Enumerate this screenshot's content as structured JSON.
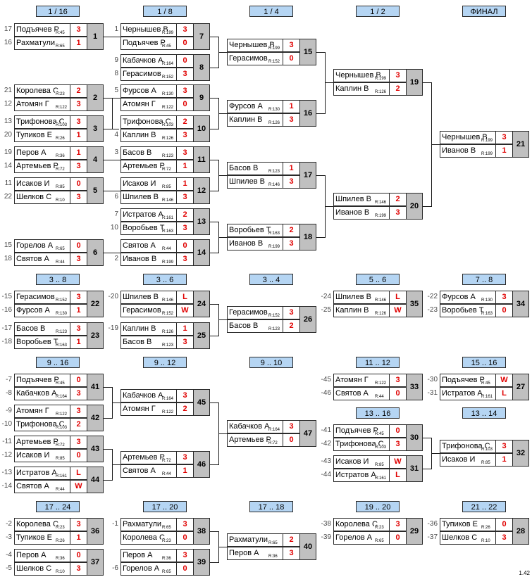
{
  "version": "1.42",
  "headers": [
    "1 / 16",
    "1 / 8",
    "1 / 4",
    "1 / 2",
    "ФИНАЛ",
    "3 .. 8",
    "3 .. 6",
    "3 .. 4",
    "5 .. 6",
    "7 .. 8",
    "9 .. 16",
    "9 .. 12",
    "9 .. 10",
    "11 .. 12",
    "15 .. 16",
    "13 .. 16",
    "13 .. 14",
    "17 .. 24",
    "17 .. 20",
    "17 .. 18",
    "19 .. 20",
    "21 .. 22"
  ],
  "matches": [
    {
      "num": "1",
      "p": [
        {
          "name": "Подъячев Р",
          "rating": "R:45",
          "score": "3",
          "seed": "17"
        },
        {
          "name": "Рахматули",
          "rating": "R:65",
          "score": "1",
          "seed": "16"
        }
      ]
    },
    {
      "num": "2",
      "p": [
        {
          "name": "Королева С",
          "rating": "R:23",
          "score": "2",
          "seed": "21"
        },
        {
          "name": "Атомян Г",
          "rating": "R:122",
          "score": "3",
          "seed": "12"
        }
      ]
    },
    {
      "num": "3",
      "p": [
        {
          "name": "Трифонова С",
          "rating": "R:103",
          "score": "3",
          "seed": "13"
        },
        {
          "name": "Тупиков Е",
          "rating": "R:26",
          "score": "1",
          "seed": "20"
        }
      ]
    },
    {
      "num": "4",
      "p": [
        {
          "name": "Перов А",
          "rating": "R:36",
          "score": "1",
          "seed": "19"
        },
        {
          "name": "Артемьев Р",
          "rating": "R:72",
          "score": "3",
          "seed": "14"
        }
      ]
    },
    {
      "num": "5",
      "p": [
        {
          "name": "Исаков И",
          "rating": "R:85",
          "score": "0",
          "seed": "11"
        },
        {
          "name": "Шелков С",
          "rating": "R:10",
          "score": "3",
          "seed": "22"
        }
      ]
    },
    {
      "num": "6",
      "p": [
        {
          "name": "Горелов А",
          "rating": "R:65",
          "score": "0",
          "seed": "15"
        },
        {
          "name": "Святов А",
          "rating": "R:44",
          "score": "3",
          "seed": "18"
        }
      ]
    },
    {
      "num": "7",
      "p": [
        {
          "name": "Чернышев В",
          "rating": "R:199",
          "score": "3",
          "seed": "1"
        },
        {
          "name": "Подъячев Р",
          "rating": "R:45",
          "score": "0",
          "seed": ""
        }
      ]
    },
    {
      "num": "8",
      "p": [
        {
          "name": "Кабачков А",
          "rating": "R:164",
          "score": "0",
          "seed": "9"
        },
        {
          "name": "Герасимов",
          "rating": "R:152",
          "score": "3",
          "seed": "8"
        }
      ]
    },
    {
      "num": "9",
      "p": [
        {
          "name": "Фурсов А",
          "rating": "R:130",
          "score": "3",
          "seed": "5"
        },
        {
          "name": "Атомян Г",
          "rating": "R:122",
          "score": "0",
          "seed": ""
        }
      ]
    },
    {
      "num": "10",
      "p": [
        {
          "name": "Трифонова С",
          "rating": "R:103",
          "score": "2",
          "seed": ""
        },
        {
          "name": "Каплин В",
          "rating": "R:126",
          "score": "3",
          "seed": "4"
        }
      ]
    },
    {
      "num": "11",
      "p": [
        {
          "name": "Басов В",
          "rating": "R:123",
          "score": "3",
          "seed": "3"
        },
        {
          "name": "Артемьев Р",
          "rating": "R:72",
          "score": "1",
          "seed": ""
        }
      ]
    },
    {
      "num": "12",
      "p": [
        {
          "name": "Исаков И",
          "rating": "R:85",
          "score": "1",
          "seed": ""
        },
        {
          "name": "Шпилев В",
          "rating": "R:146",
          "score": "3",
          "seed": "6"
        }
      ]
    },
    {
      "num": "13",
      "p": [
        {
          "name": "Истратов А",
          "rating": "R:161",
          "score": "2",
          "seed": "7"
        },
        {
          "name": "Воробьев Т",
          "rating": "R:163",
          "score": "3",
          "seed": "10"
        }
      ]
    },
    {
      "num": "14",
      "p": [
        {
          "name": "Святов А",
          "rating": "R:44",
          "score": "0",
          "seed": ""
        },
        {
          "name": "Иванов В",
          "rating": "R:199",
          "score": "3",
          "seed": "2"
        }
      ]
    },
    {
      "num": "15",
      "p": [
        {
          "name": "Чернышев В",
          "rating": "R:199",
          "score": "3",
          "seed": ""
        },
        {
          "name": "Герасимов",
          "rating": "R:152",
          "score": "0",
          "seed": ""
        }
      ]
    },
    {
      "num": "16",
      "p": [
        {
          "name": "Фурсов А",
          "rating": "R:130",
          "score": "1",
          "seed": ""
        },
        {
          "name": "Каплин В",
          "rating": "R:126",
          "score": "3",
          "seed": ""
        }
      ]
    },
    {
      "num": "17",
      "p": [
        {
          "name": "Басов В",
          "rating": "R:123",
          "score": "1",
          "seed": ""
        },
        {
          "name": "Шпилев В",
          "rating": "R:146",
          "score": "3",
          "seed": ""
        }
      ]
    },
    {
      "num": "18",
      "p": [
        {
          "name": "Воробьев Т",
          "rating": "R:163",
          "score": "2",
          "seed": ""
        },
        {
          "name": "Иванов В",
          "rating": "R:199",
          "score": "3",
          "seed": ""
        }
      ]
    },
    {
      "num": "19",
      "p": [
        {
          "name": "Чернышев В",
          "rating": "R:199",
          "score": "3",
          "seed": ""
        },
        {
          "name": "Каплин В",
          "rating": "R:126",
          "score": "2",
          "seed": ""
        }
      ]
    },
    {
      "num": "20",
      "p": [
        {
          "name": "Шпилев В",
          "rating": "R:146",
          "score": "2",
          "seed": ""
        },
        {
          "name": "Иванов В",
          "rating": "R:199",
          "score": "3",
          "seed": ""
        }
      ]
    },
    {
      "num": "21",
      "p": [
        {
          "name": "Чернышев В",
          "rating": "R:199",
          "score": "3",
          "seed": ""
        },
        {
          "name": "Иванов В",
          "rating": "R:199",
          "score": "1",
          "seed": ""
        }
      ]
    },
    {
      "num": "22",
      "p": [
        {
          "name": "Герасимов",
          "rating": "R:152",
          "score": "3",
          "seed": "-15"
        },
        {
          "name": "Фурсов А",
          "rating": "R:130",
          "score": "1",
          "seed": "-16"
        }
      ]
    },
    {
      "num": "23",
      "p": [
        {
          "name": "Басов В",
          "rating": "R:123",
          "score": "3",
          "seed": "-17"
        },
        {
          "name": "Воробьев Т",
          "rating": "R:163",
          "score": "1",
          "seed": "-18"
        }
      ]
    },
    {
      "num": "24",
      "p": [
        {
          "name": "Шпилев В",
          "rating": "R:146",
          "score": "L",
          "seed": "-20"
        },
        {
          "name": "Герасимов",
          "rating": "R:152",
          "score": "W",
          "seed": ""
        }
      ]
    },
    {
      "num": "25",
      "p": [
        {
          "name": "Каплин В",
          "rating": "R:126",
          "score": "1",
          "seed": "-19"
        },
        {
          "name": "Басов В",
          "rating": "R:123",
          "score": "3",
          "seed": ""
        }
      ]
    },
    {
      "num": "26",
      "p": [
        {
          "name": "Герасимов",
          "rating": "R:152",
          "score": "3",
          "seed": ""
        },
        {
          "name": "Басов В",
          "rating": "R:123",
          "score": "2",
          "seed": ""
        }
      ]
    },
    {
      "num": "35",
      "p": [
        {
          "name": "Шпилев В",
          "rating": "R:146",
          "score": "L",
          "seed": "-24"
        },
        {
          "name": "Каплин В",
          "rating": "R:126",
          "score": "W",
          "seed": "-25"
        }
      ]
    },
    {
      "num": "34",
      "p": [
        {
          "name": "Фурсов А",
          "rating": "R:130",
          "score": "3",
          "seed": "-22"
        },
        {
          "name": "Воробьев Т",
          "rating": "R:163",
          "score": "0",
          "seed": "-23"
        }
      ]
    },
    {
      "num": "41",
      "p": [
        {
          "name": "Подъячев Р",
          "rating": "R:45",
          "score": "0",
          "seed": "-7"
        },
        {
          "name": "Кабачков А",
          "rating": "R:164",
          "score": "3",
          "seed": "-8"
        }
      ]
    },
    {
      "num": "42",
      "p": [
        {
          "name": "Атомян Г",
          "rating": "R:122",
          "score": "3",
          "seed": "-9"
        },
        {
          "name": "Трифонова С",
          "rating": "R:103",
          "score": "2",
          "seed": "-10"
        }
      ]
    },
    {
      "num": "43",
      "p": [
        {
          "name": "Артемьев Р",
          "rating": "R:72",
          "score": "3",
          "seed": "-11"
        },
        {
          "name": "Исаков И",
          "rating": "R:85",
          "score": "0",
          "seed": "-12"
        }
      ]
    },
    {
      "num": "44",
      "p": [
        {
          "name": "Истратов А",
          "rating": "R:161",
          "score": "L",
          "seed": "-13"
        },
        {
          "name": "Святов А",
          "rating": "R:44",
          "score": "W",
          "seed": "-14"
        }
      ]
    },
    {
      "num": "45",
      "p": [
        {
          "name": "Кабачков А",
          "rating": "R:164",
          "score": "3",
          "seed": ""
        },
        {
          "name": "Атомян Г",
          "rating": "R:122",
          "score": "2",
          "seed": ""
        }
      ]
    },
    {
      "num": "46",
      "p": [
        {
          "name": "Артемьев Р",
          "rating": "R:72",
          "score": "3",
          "seed": ""
        },
        {
          "name": "Святов А",
          "rating": "R:44",
          "score": "1",
          "seed": ""
        }
      ]
    },
    {
      "num": "47",
      "p": [
        {
          "name": "Кабачков А",
          "rating": "R:164",
          "score": "3",
          "seed": ""
        },
        {
          "name": "Артемьев Р",
          "rating": "R:72",
          "score": "0",
          "seed": ""
        }
      ]
    },
    {
      "num": "33",
      "p": [
        {
          "name": "Атомян Г",
          "rating": "R:122",
          "score": "3",
          "seed": "-45"
        },
        {
          "name": "Святов А",
          "rating": "R:44",
          "score": "0",
          "seed": "-46"
        }
      ]
    },
    {
      "num": "27",
      "p": [
        {
          "name": "Подъячев Р",
          "rating": "R:45",
          "score": "W",
          "seed": "-30"
        },
        {
          "name": "Истратов А",
          "rating": "R:161",
          "score": "L",
          "seed": "-31"
        }
      ]
    },
    {
      "num": "30",
      "p": [
        {
          "name": "Подъячев Р",
          "rating": "R:45",
          "score": "0",
          "seed": "-41"
        },
        {
          "name": "Трифонова С",
          "rating": "R:103",
          "score": "3",
          "seed": "-42"
        }
      ]
    },
    {
      "num": "31",
      "p": [
        {
          "name": "Исаков И",
          "rating": "R:85",
          "score": "W",
          "seed": "-43"
        },
        {
          "name": "Истратов А",
          "rating": "R:161",
          "score": "L",
          "seed": "-44"
        }
      ]
    },
    {
      "num": "32",
      "p": [
        {
          "name": "Трифонова С",
          "rating": "R:103",
          "score": "3",
          "seed": ""
        },
        {
          "name": "Исаков И",
          "rating": "R:85",
          "score": "1",
          "seed": ""
        }
      ]
    },
    {
      "num": "36",
      "p": [
        {
          "name": "Королева С",
          "rating": "R:23",
          "score": "3",
          "seed": "-2"
        },
        {
          "name": "Тупиков Е",
          "rating": "R:26",
          "score": "1",
          "seed": "-3"
        }
      ]
    },
    {
      "num": "37",
      "p": [
        {
          "name": "Перов А",
          "rating": "R:36",
          "score": "0",
          "seed": "-4"
        },
        {
          "name": "Шелков С",
          "rating": "R:10",
          "score": "3",
          "seed": "-5"
        }
      ]
    },
    {
      "num": "38",
      "p": [
        {
          "name": "Рахматули",
          "rating": "R:65",
          "score": "3",
          "seed": "-1"
        },
        {
          "name": "Королева С",
          "rating": "R:23",
          "score": "0",
          "seed": ""
        }
      ]
    },
    {
      "num": "39",
      "p": [
        {
          "name": "Перов А",
          "rating": "R:36",
          "score": "3",
          "seed": ""
        },
        {
          "name": "Горелов А",
          "rating": "R:65",
          "score": "0",
          "seed": "-6"
        }
      ]
    },
    {
      "num": "40",
      "p": [
        {
          "name": "Рахматули",
          "rating": "R:65",
          "score": "2",
          "seed": ""
        },
        {
          "name": "Перов А",
          "rating": "R:36",
          "score": "3",
          "seed": ""
        }
      ]
    },
    {
      "num": "29",
      "p": [
        {
          "name": "Королева С",
          "rating": "R:23",
          "score": "3",
          "seed": "-38"
        },
        {
          "name": "Горелов А",
          "rating": "R:65",
          "score": "0",
          "seed": "-39"
        }
      ]
    },
    {
      "num": "28",
      "p": [
        {
          "name": "Тупиков Е",
          "rating": "R:26",
          "score": "0",
          "seed": "-36"
        },
        {
          "name": "Шелков С",
          "rating": "R:10",
          "score": "3",
          "seed": "-37"
        }
      ]
    }
  ]
}
